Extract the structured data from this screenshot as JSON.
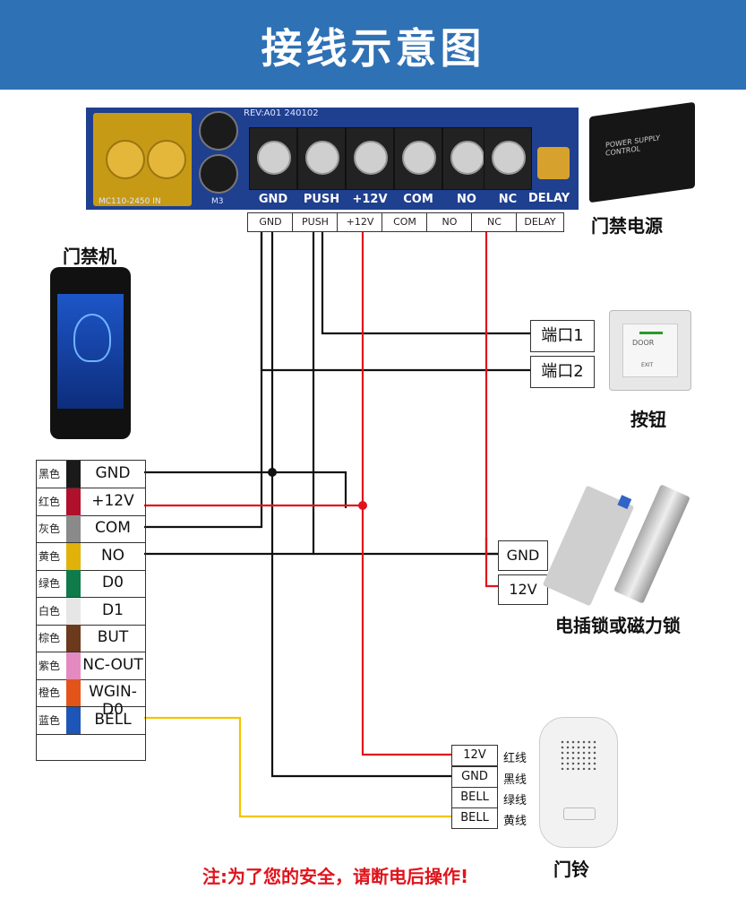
{
  "header": {
    "title": "接线示意图"
  },
  "board": {
    "rev_text": "REV:A01  240102",
    "bottom_text": "MC110-2450 IN",
    "m3_text": "M3",
    "terminals": [
      "GND",
      "PUSH",
      "+12V",
      "COM",
      "NO",
      "NC",
      "DELAY"
    ]
  },
  "terminal_labels": [
    "GND",
    "PUSH",
    "+12V",
    "COM",
    "NO",
    "NC",
    "DELAY"
  ],
  "psu": {
    "label": "门禁电源",
    "brand": "POWER SUPPLY CONTROL"
  },
  "device": {
    "label": "门禁机"
  },
  "button": {
    "ports": [
      "端口1",
      "端口2"
    ],
    "label": "按钮",
    "door_text": "DOOR",
    "exit_text": "EXIT"
  },
  "wires": [
    {
      "cn": "黑色",
      "name": "GND",
      "color": "#1a1a1a"
    },
    {
      "cn": "红色",
      "name": "+12V",
      "color": "#b0102c"
    },
    {
      "cn": "灰色",
      "name": "COM",
      "color": "#8a8a8a"
    },
    {
      "cn": "黄色",
      "name": "NO",
      "color": "#e0b20a"
    },
    {
      "cn": "绿色",
      "name": "D0",
      "color": "#0f7a4a"
    },
    {
      "cn": "白色",
      "name": "D1",
      "color": "#e6e6e6"
    },
    {
      "cn": "棕色",
      "name": "BUT",
      "color": "#6b3a1c"
    },
    {
      "cn": "紫色",
      "name": "NC-OUT",
      "color": "#e48ac0"
    },
    {
      "cn": "橙色",
      "name": "WGIN-D0",
      "color": "#e2541a"
    },
    {
      "cn": "蓝色",
      "name": "BELL",
      "color": "#1e55b8"
    }
  ],
  "lock": {
    "terminals": [
      "GND",
      "12V"
    ],
    "label": "电插锁或磁力锁"
  },
  "bell": {
    "terminals": [
      {
        "name": "12V",
        "wire": "红线"
      },
      {
        "name": "GND",
        "wire": "黑线"
      },
      {
        "name": "BELL",
        "wire": "绿线"
      },
      {
        "name": "BELL",
        "wire": "黄线"
      }
    ],
    "label": "门铃"
  },
  "warning": "注:为了您的安全，请断电后操作!",
  "colors": {
    "header": "#2f71b5",
    "red_wire": "#e0141c",
    "yellow_wire": "#f5c400",
    "black_wire": "#111111"
  }
}
